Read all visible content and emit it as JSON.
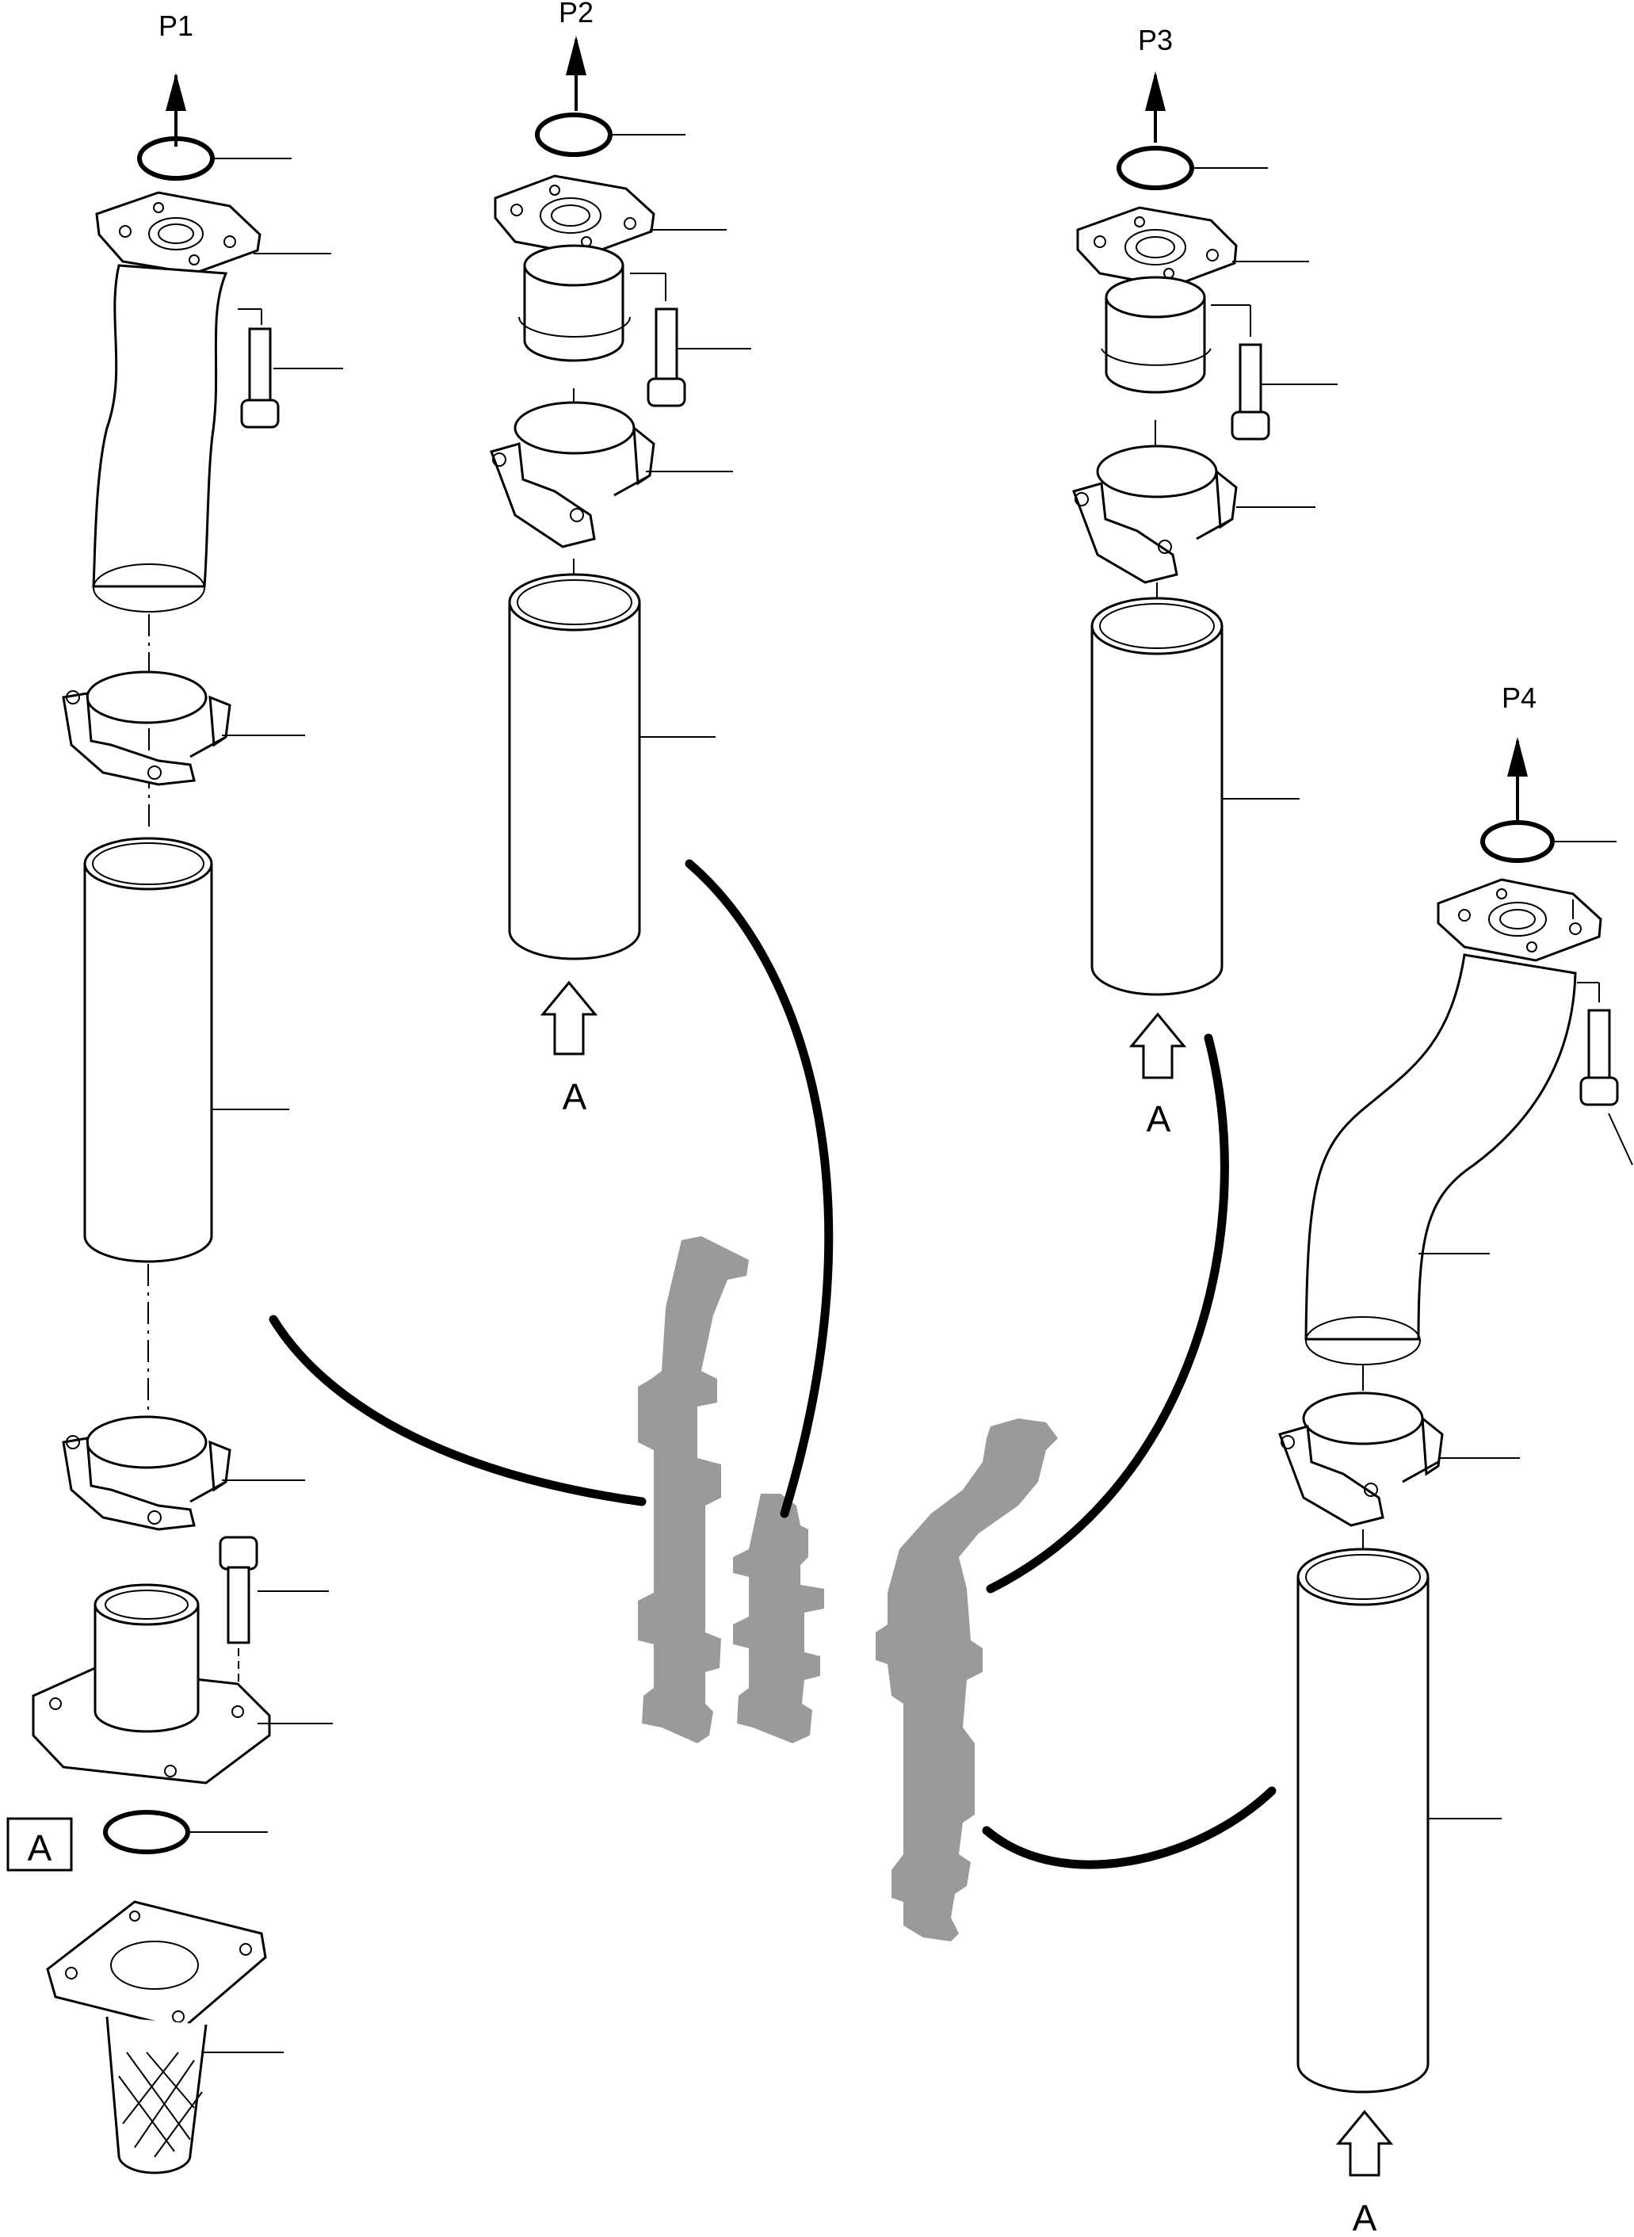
{
  "outlet_labels": {
    "p1": "P1",
    "p2": "P2",
    "p3": "P3",
    "p4": "P4"
  },
  "view_marker": "A",
  "view_arrow_labels": [
    "A",
    "A",
    "A"
  ],
  "colors": {
    "line": "#000000",
    "background": "#ffffff",
    "assembly_silhouette": "#9a9a9a"
  }
}
